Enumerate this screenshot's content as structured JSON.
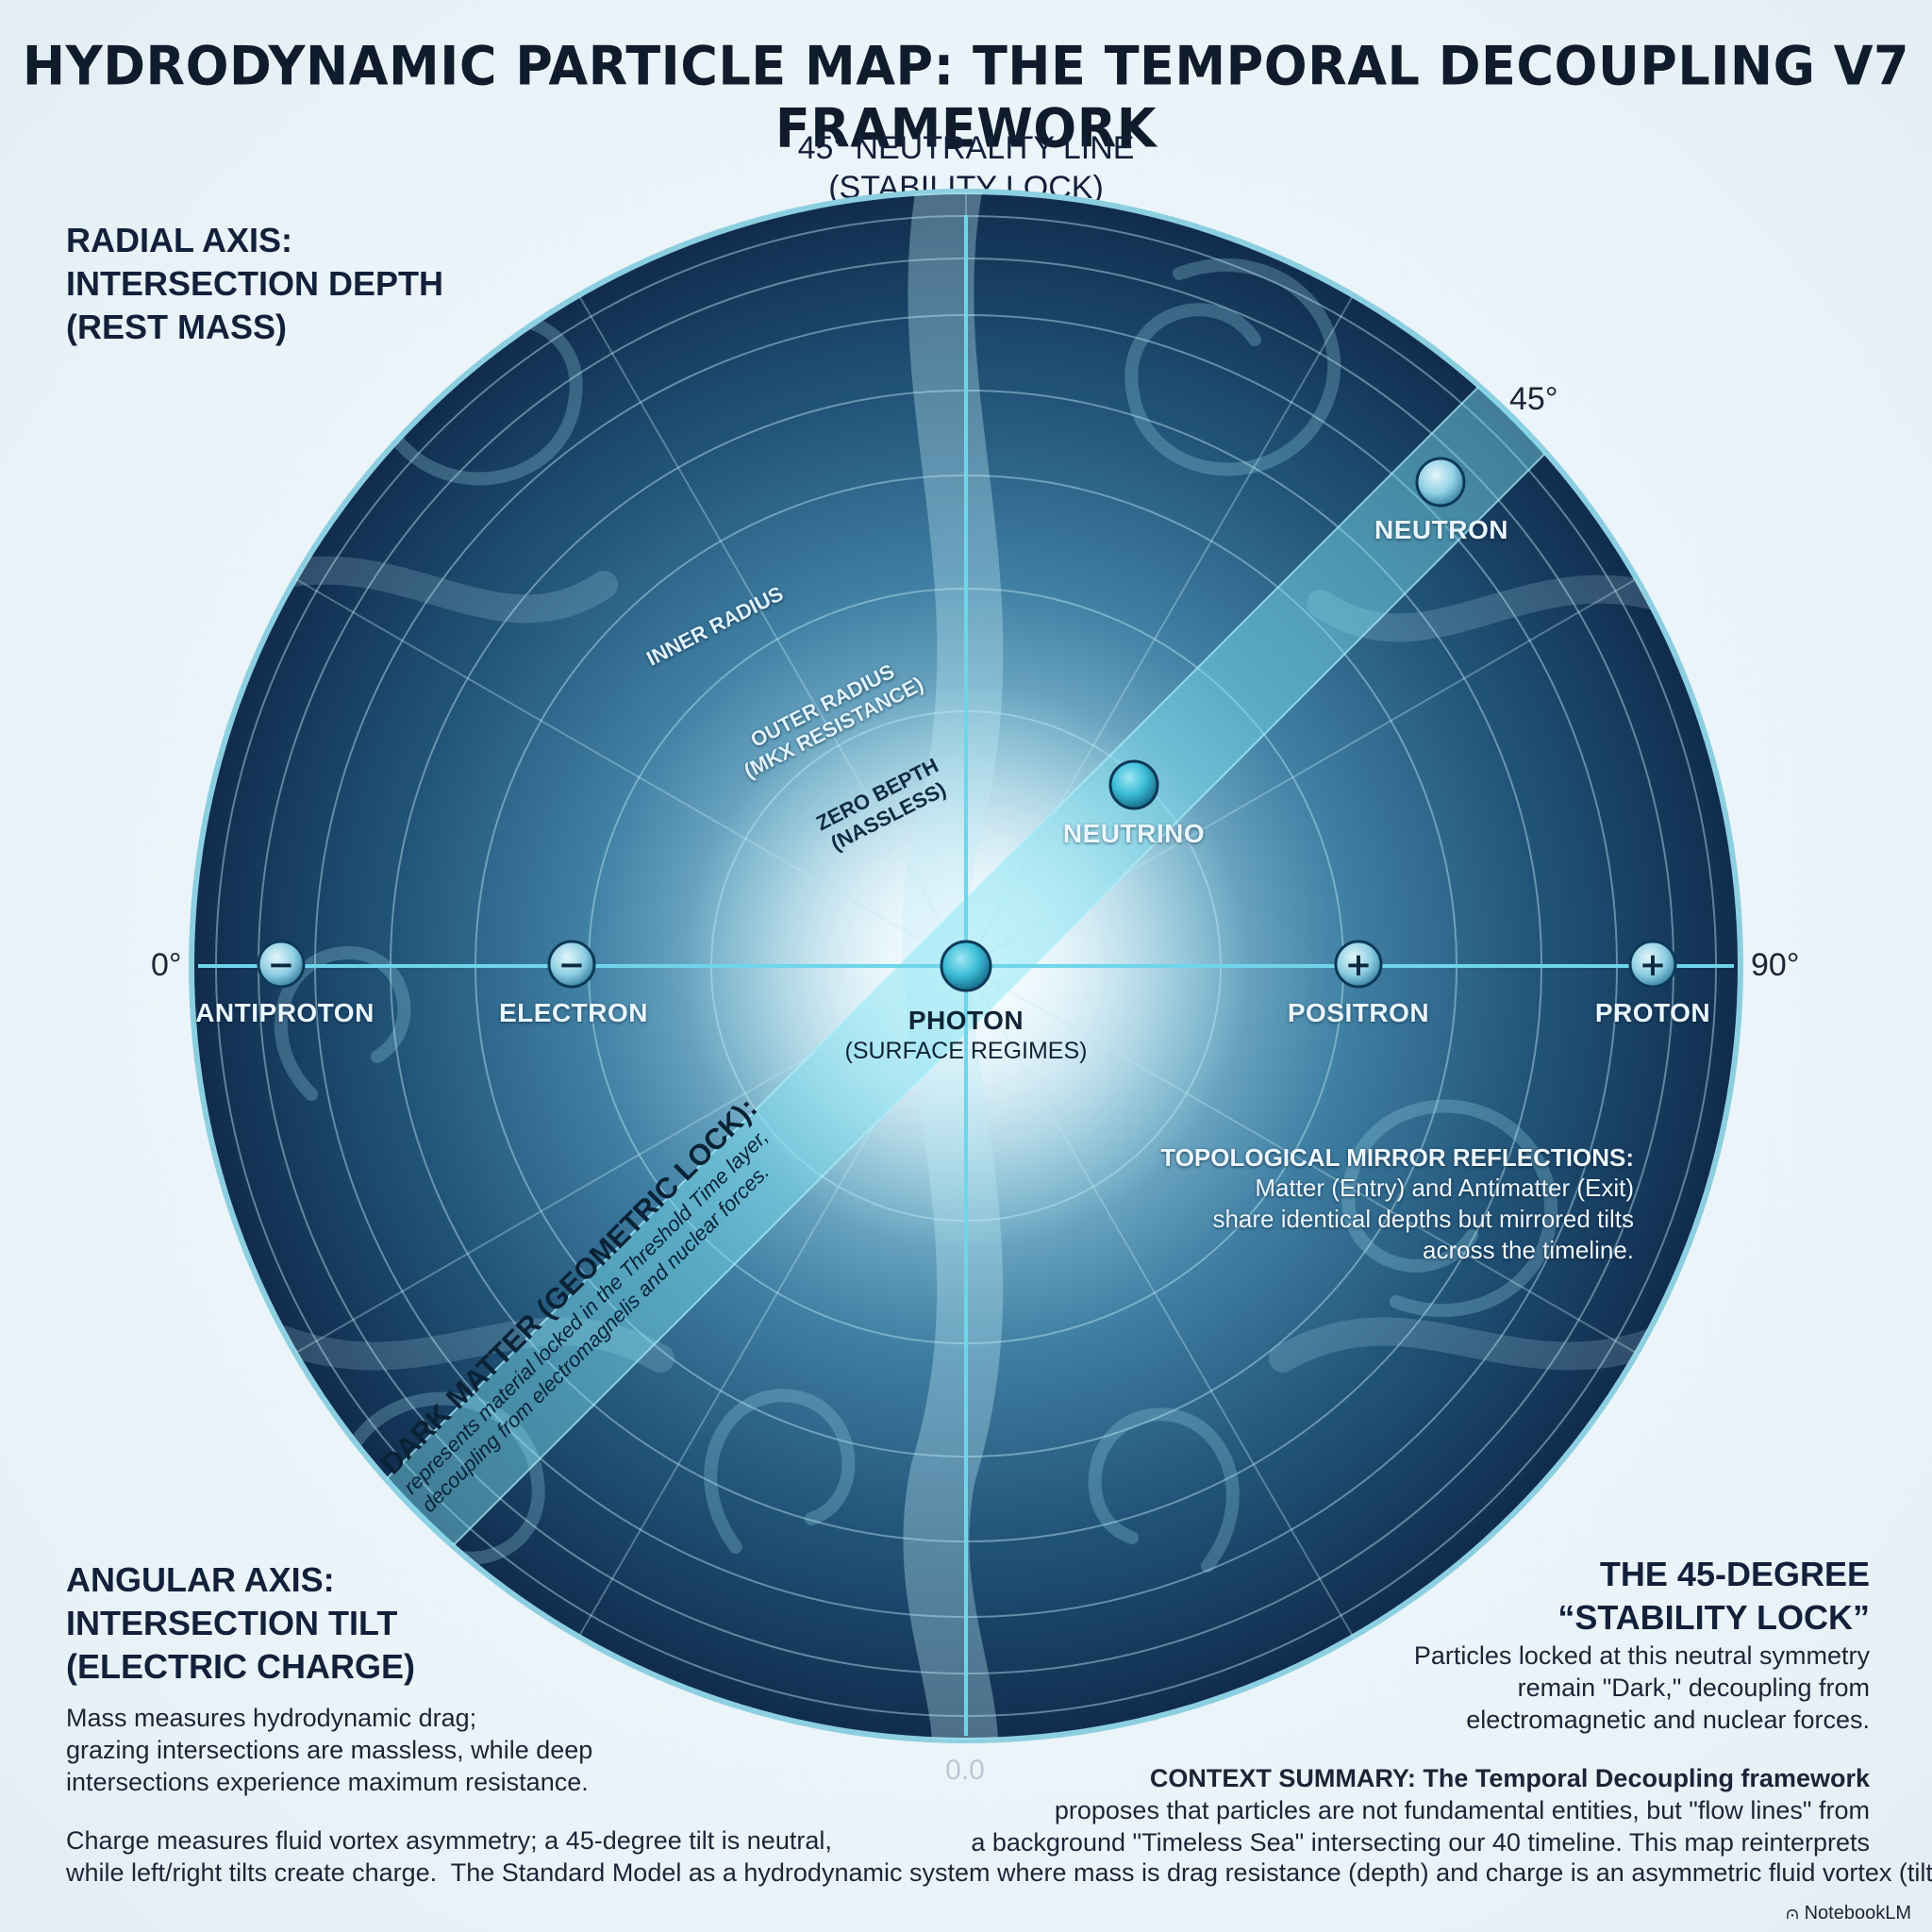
{
  "title": "HYDRODYNAMIC PARTICLE MAP: THE TEMPORAL DECOUPLING V7 FRAMEWORK",
  "top_label": {
    "line1": "45° NEUTRALITY LINE",
    "line2": "(STABILITY LOCK)"
  },
  "radial_axis": {
    "line1": "RADIAL AXIS:",
    "line2": "INTERSECTION DEPTH",
    "line3": "(REST MASS)"
  },
  "angular_axis": {
    "line1": "ANGULAR AXIS:",
    "line2": "INTERSECTION TILT",
    "line3": "(ELECTRIC CHARGE)",
    "desc1": "Mass measures hydrodynamic drag;",
    "desc2": "grazing intersections are massless, while deep",
    "desc3": "intersections experience maximum resistance."
  },
  "bottom_left": {
    "line1": "Charge measures fluid vortex asymmetry; a 45-degree tilt is neutral,",
    "line2": "while left/right tilts create charge."
  },
  "bottom_right": {
    "line2_tail": "The Standard Model as a hydrodynamic system where mass is drag resistance (depth) and charge is an asymmetric fluid vortex (tilt)."
  },
  "stability_lock": {
    "h1": "THE 45-DEGREE",
    "h2": "“STABILITY LOCK”",
    "b1": "Particles locked at this neutral symmetry",
    "b2": "remain \"Dark,\" decoupling from",
    "b3": "electromagnetic and nuclear forces."
  },
  "context": {
    "heading": "CONTEXT SUMMARY: The Temporal Decoupling framework",
    "l1": "proposes that particles are not fundamental entities, but \"flow lines\" from",
    "l2": "a background \"Timeless Sea\" intersecting our 40 timeline. This map reinterprets"
  },
  "angles": {
    "left": "0°",
    "right": "90°",
    "diag": "45°"
  },
  "rings": {
    "inner": "INNER RADIUS",
    "outer1": "OUTER RADIUS",
    "outer2": "(MKX RESISTANCE)",
    "zero1": "ZERO BEPTH",
    "zero2": "(NASSLESS)"
  },
  "particles": {
    "antiproton": {
      "name": "ANTIPROTON",
      "sign": "−"
    },
    "electron": {
      "name": "ELECTRON",
      "sign": "−"
    },
    "photon": {
      "name": "PHOTON",
      "sub": "(SURFACE REGIMES)"
    },
    "positron": {
      "name": "POSITRON",
      "sign": "+"
    },
    "proton": {
      "name": "PROTON",
      "sign": "+"
    },
    "neutrino": {
      "name": "NEUTRINO"
    },
    "neutron": {
      "name": "NEUTRON"
    }
  },
  "mirror": {
    "heading": "TOPOLOGICAL MIRROR REFLECTIONS:",
    "l1": "Matter (Entry) and Antimatter (Exit)",
    "l2": "share identical depths but mirrored tilts",
    "l3": "across the timeline."
  },
  "dark_matter": {
    "heading": "DARK MATTER (GEOMETRIC LOCK):",
    "l1": "represents material locked in the Threshold Time layer,",
    "l2": "decoupling from electromagnelis and nuclear forces."
  },
  "zero_label": "0.0",
  "brand": "NotebookLM",
  "colors": {
    "disc_outer": "#0f2d4f",
    "disc_mid": "#2a6a8e",
    "glow": "#f2fbff",
    "accent": "#3ec6e0",
    "band": "#7fe3f2"
  }
}
